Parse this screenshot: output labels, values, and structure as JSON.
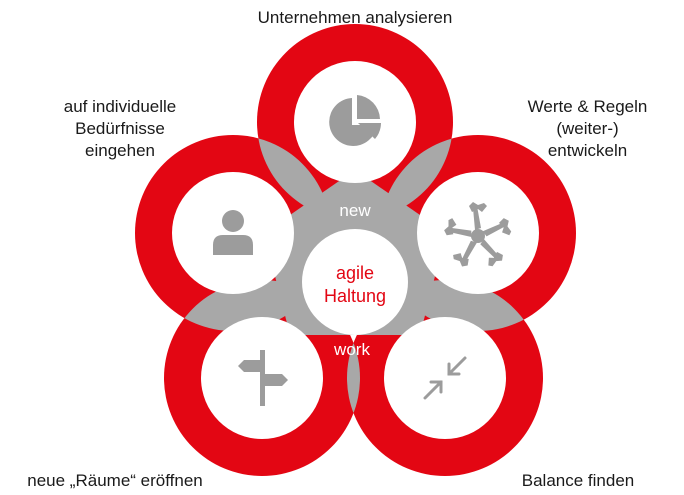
{
  "labels": {
    "top": "Unternehmen analysieren",
    "upper_left": "auf individuelle\nBedürfnisse\neingehen",
    "upper_right": "Werte & Regeln\n(weiter-)\nentwickeln",
    "lower_left": "neue „Räume“ eröffnen",
    "lower_right": "Balance finden"
  },
  "center": {
    "line1": "agile",
    "line2": "Haltung"
  },
  "ring_words": {
    "top": "new",
    "bottom": "work"
  },
  "icons": {
    "top": "pie-chart-icon",
    "upper_left": "person-icon",
    "upper_right": "joined-hands-icon",
    "lower_left": "signpost-icon",
    "lower_right": "arrows-inward-icon"
  },
  "colors": {
    "red": "#e30613",
    "grey": "#a8a8a8",
    "icon_grey": "#9c9c9c",
    "center_text": "#e30613",
    "ring_text": "#ffffff"
  }
}
